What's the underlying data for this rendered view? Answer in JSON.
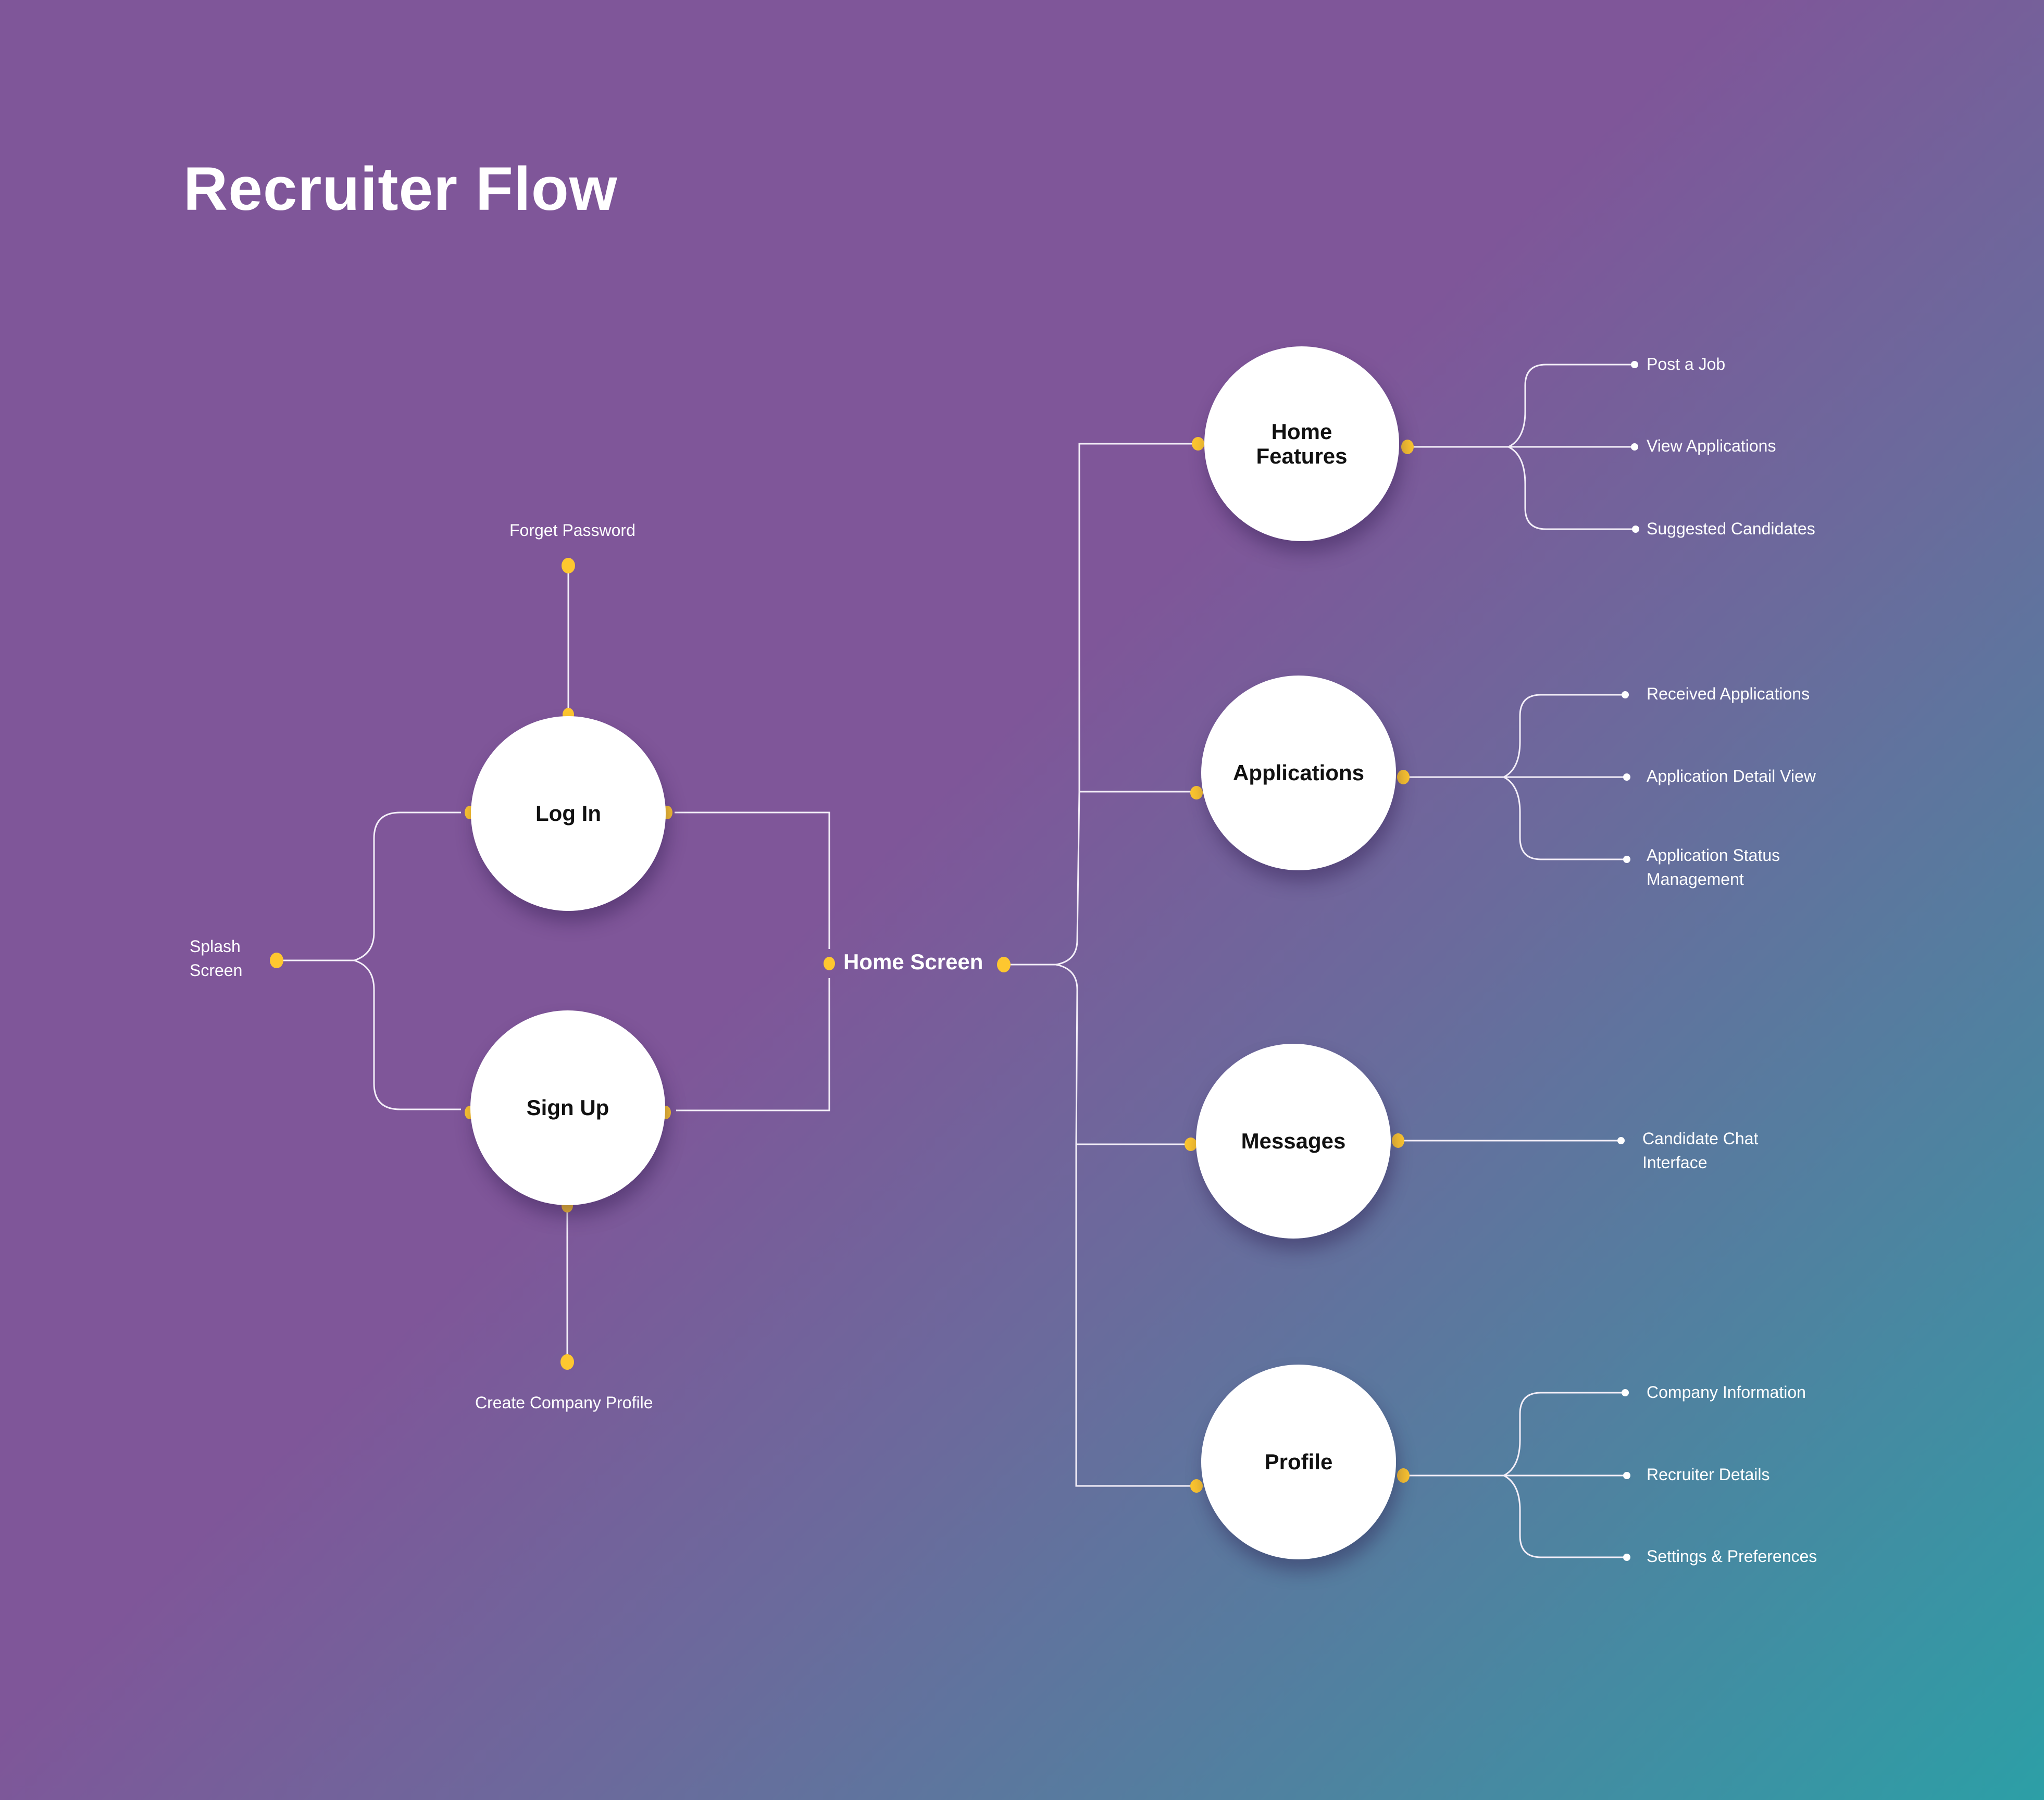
{
  "title": "Recruiter Flow",
  "colors": {
    "background_start": "#7f5699",
    "background_end": "#2c9fa6",
    "node_fill": "#ffffff",
    "connector_dot": "#fec72f",
    "leaf_dot": "#ffffff",
    "line": "#ffffff"
  },
  "entry": {
    "splash": [
      "Splash",
      "Screen"
    ]
  },
  "auth": {
    "login": "Log In",
    "signup": "Sign Up",
    "forget_password": "Forget Password",
    "create_company_profile": "Create Company Profile"
  },
  "hub": {
    "home_screen": "Home Screen"
  },
  "sections": [
    {
      "label_lines": [
        "Home",
        "Features"
      ],
      "children": [
        {
          "lines": [
            "Post a Job"
          ]
        },
        {
          "lines": [
            "View Applications"
          ]
        },
        {
          "lines": [
            "Suggested Candidates"
          ]
        }
      ]
    },
    {
      "label_lines": [
        "Applications"
      ],
      "children": [
        {
          "lines": [
            "Received Applications"
          ]
        },
        {
          "lines": [
            "Application Detail View"
          ]
        },
        {
          "lines": [
            "Application Status",
            "Management"
          ]
        }
      ]
    },
    {
      "label_lines": [
        "Messages"
      ],
      "children": [
        {
          "lines": [
            "Candidate Chat",
            "Interface"
          ]
        }
      ]
    },
    {
      "label_lines": [
        "Profile"
      ],
      "children": [
        {
          "lines": [
            "Company Information"
          ]
        },
        {
          "lines": [
            "Recruiter Details"
          ]
        },
        {
          "lines": [
            "Settings & Preferences"
          ]
        }
      ]
    }
  ]
}
